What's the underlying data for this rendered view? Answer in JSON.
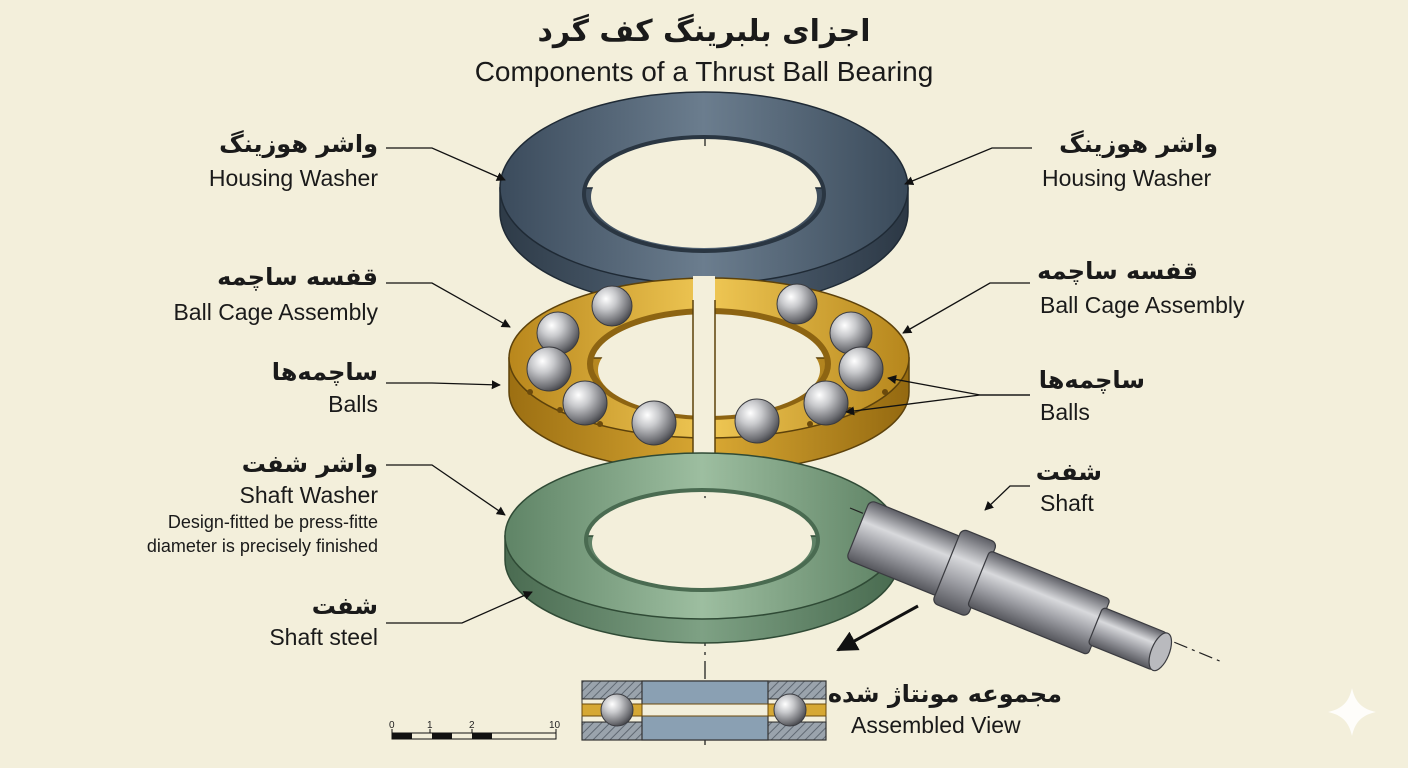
{
  "title": {
    "fa": "اجزای بلبرینگ کف گرد",
    "en": "Components of a Thrust Ball Bearing"
  },
  "labels": {
    "housing_left": {
      "fa": "واشر هوزینگ",
      "en": "Housing Washer"
    },
    "housing_right": {
      "fa": "واشر هوزینگ",
      "en": "Housing Washer"
    },
    "cage_left": {
      "fa": "قفسه ساچمه",
      "en": "Ball Cage Assembly"
    },
    "cage_right": {
      "fa": "قفسه ساچمه",
      "en": "Ball Cage Assembly"
    },
    "balls_left": {
      "fa": "ساچمه‌ها",
      "en": "Balls"
    },
    "balls_right": {
      "fa": "ساچمه‌ها",
      "en": "Balls"
    },
    "shaft_washer": {
      "fa": "واشر شفت",
      "en": "Shaft Washer",
      "note1": "Design-fitted be press-fitte",
      "note2": "diameter is precisely finished"
    },
    "shaft_steel": {
      "fa": "شفت",
      "en": "Shaft steel"
    },
    "shaft_right": {
      "fa": "شفت",
      "en": "Shaft"
    },
    "assembled": {
      "fa": "مجموعه مونتاژ شده",
      "en": "Assembled View"
    }
  },
  "scale_bar": {
    "ticks": [
      "0",
      "1",
      "2",
      "10"
    ]
  },
  "colors": {
    "background": "#f3efdb",
    "housing_washer": "#4d6072",
    "cage": "#d3a52c",
    "shaft_washer": "#7fa284",
    "steel": "#8e8f96"
  }
}
